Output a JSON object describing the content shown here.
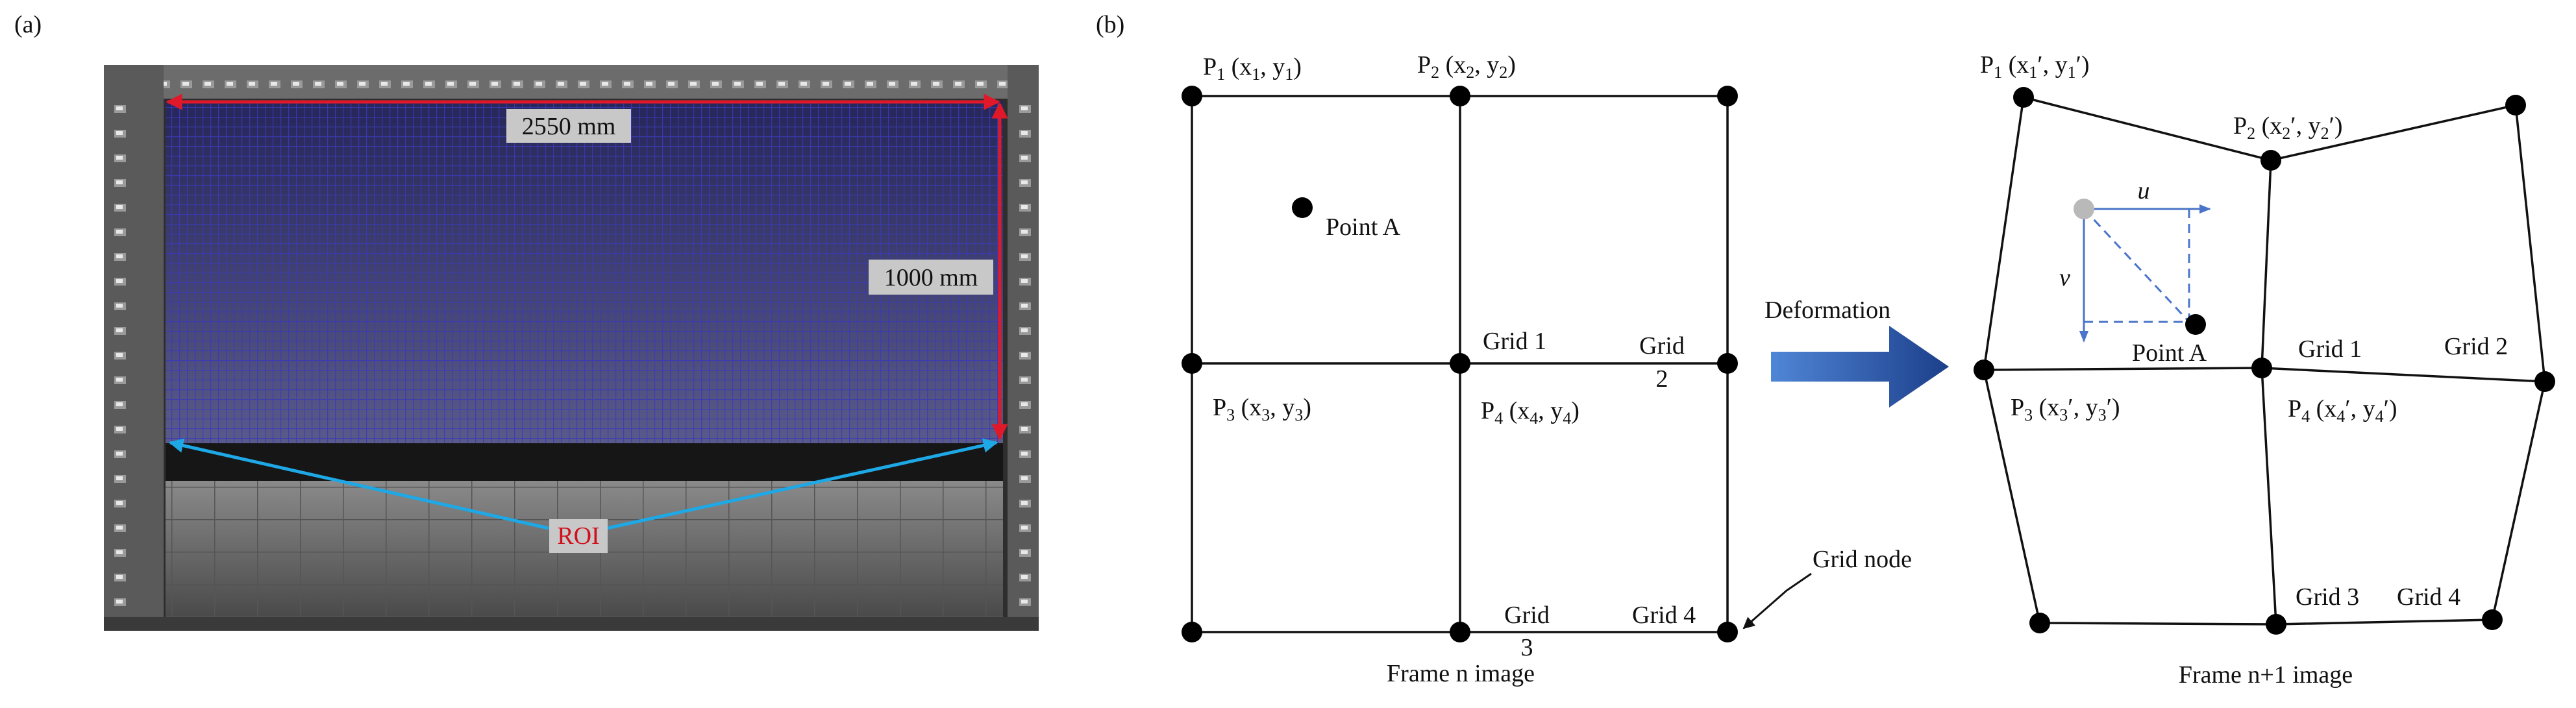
{
  "panel_a": {
    "label": "(a)",
    "width_label": "2550 mm",
    "height_label": "1000 mm",
    "roi_label": "ROI",
    "colors": {
      "grid": "#3a3ab8",
      "dimension": "#e0192a",
      "roi_arrow": "#1ea8e6",
      "roi_text": "#d0101c",
      "label_box": "#c8c8c8"
    }
  },
  "panel_b": {
    "label": "(b)",
    "frame_n": {
      "P1": {
        "letter": "P",
        "sub": "1",
        "coords": "(x1, y1)",
        "pre": " (x",
        "mid": ", y",
        "post": ")"
      },
      "P2": {
        "letter": "P",
        "sub": "2",
        "coords": "(x2, y2)",
        "pre": " (x",
        "mid": ", y",
        "post": ")"
      },
      "P3": {
        "letter": "P",
        "sub": "3",
        "coords": "(x3, y3)",
        "pre": " (x",
        "mid": ", y",
        "post": ")"
      },
      "P4": {
        "letter": "P",
        "sub": "4",
        "coords": "(x4, y4)",
        "pre": " (x",
        "mid": ", y",
        "post": ")"
      },
      "point_a": "Point A",
      "grid1": "Grid 1",
      "grid2_line1": "Grid",
      "grid2_line2": "2",
      "grid3_line1": "Grid",
      "grid3_line2": "3",
      "grid4": "Grid 4",
      "grid_node": "Grid node",
      "caption": "Frame n image"
    },
    "deformation": {
      "label": "Deformation",
      "arrow_color": "#2d5fb5"
    },
    "frame_n1": {
      "P1": {
        "letter": "P",
        "sub": "1",
        "coords": "(x1′, y1′)"
      },
      "P2": {
        "letter": "P",
        "sub": "2",
        "coords": "(x2′, y2′)"
      },
      "P3": {
        "letter": "P",
        "sub": "3",
        "coords": "(x3′, y3′)"
      },
      "P4": {
        "letter": "P",
        "sub": "4",
        "coords": "(x4′, y4′)"
      },
      "point_a": "Point A",
      "u": "u",
      "v": "v",
      "grid1": "Grid 1",
      "grid2": "Grid 2",
      "grid3": "Grid 3",
      "grid4": "Grid 4",
      "caption": "Frame n+1 image",
      "vector_color": "#4a74c9"
    }
  }
}
